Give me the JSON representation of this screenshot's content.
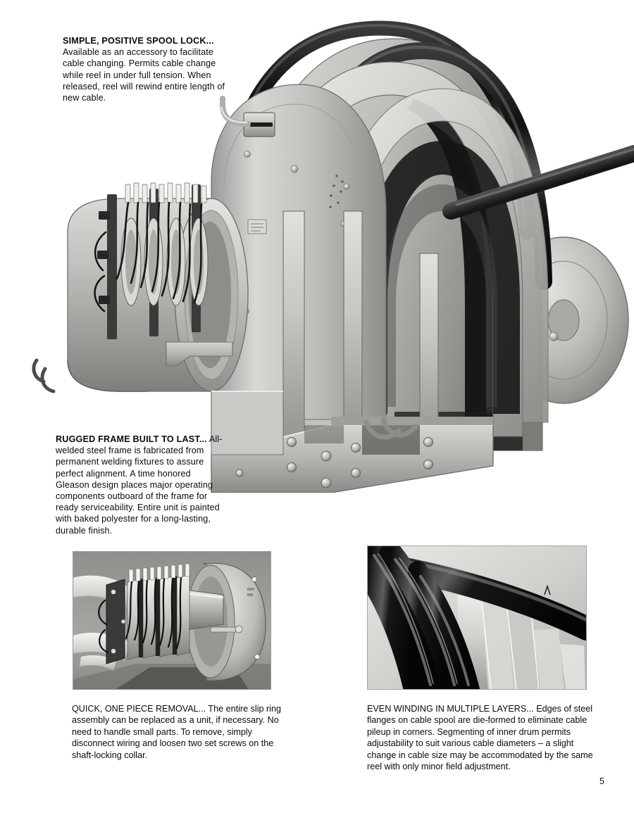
{
  "page": {
    "number": "5",
    "background_color": "#ffffff",
    "text_color": "#0a0a0a"
  },
  "callouts": [
    {
      "id": "spool-lock",
      "heading": "SIMPLE, POSITIVE SPOOL LOCK...",
      "body": "Available as an accessory to facilitate cable changing. Permits cable change while reel in under full tension. When released, reel will rewind entire length of new cable."
    },
    {
      "id": "rugged-frame",
      "heading": "RUGGED FRAME BUILT TO LAST...",
      "body": "All-welded steel frame is fabricated from permanent welding fixtures to assure perfect alignment. A time honored Gleason design places major operating components outboard of the frame for ready serviceability. Entire unit is painted with baked polyester for a long-lasting, durable finish."
    }
  ],
  "captions": [
    {
      "id": "quick-removal",
      "heading": "QUICK, ONE PIECE REMOVAL...",
      "body": " The entire slip ring assembly can be replaced as a unit, if necessary. No need to handle small parts. To remove, simply disconnect wiring and loosen two set screws on the shaft-locking collar."
    },
    {
      "id": "even-winding",
      "heading": "EVEN WINDING IN MULTIPLE LAYERS...",
      "body": " Edges of steel flanges on cable spool are die-formed to eliminate cable pileup in corners. Segmenting of inner drum permits adjustability to suit various cable diameters – a slight change in cable size may be accommodated by the same reel with only minor field adjustment."
    }
  ],
  "photos": [
    {
      "id": "main",
      "subject": "Industrial motorized cable reel with slip ring assembly, steel spool flanges wound with black cable, and all-welded steel base frame",
      "tone": "black-and-white photograph"
    },
    {
      "id": "slipring-removal",
      "subject": "Hands holding a one-piece slip ring assembly removed from the reel shaft",
      "tone": "black-and-white photograph"
    },
    {
      "id": "cable-winding",
      "subject": "Close-up of black cable evenly wound in multiple layers against die-formed steel spool flanges",
      "tone": "black-and-white photograph"
    }
  ]
}
